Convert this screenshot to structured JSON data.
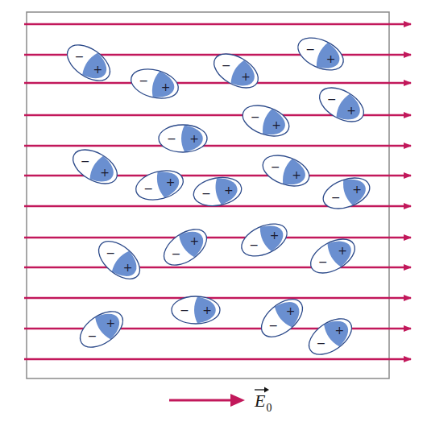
{
  "diagram": {
    "labels": [
      "−",
      "+",
      "−",
      "+",
      "−",
      "+",
      "−",
      "+",
      "−",
      "+",
      "−",
      "+",
      "−",
      "+",
      "−",
      "+",
      "−",
      "+",
      "−",
      "+",
      "−",
      "+",
      "−",
      "+",
      "−",
      "+",
      "−",
      "+",
      "−",
      "+",
      "−",
      "+",
      "−",
      "+",
      "−",
      "+",
      "−",
      "+",
      "−",
      "+",
      "E",
      "0"
    ]
  }
}
